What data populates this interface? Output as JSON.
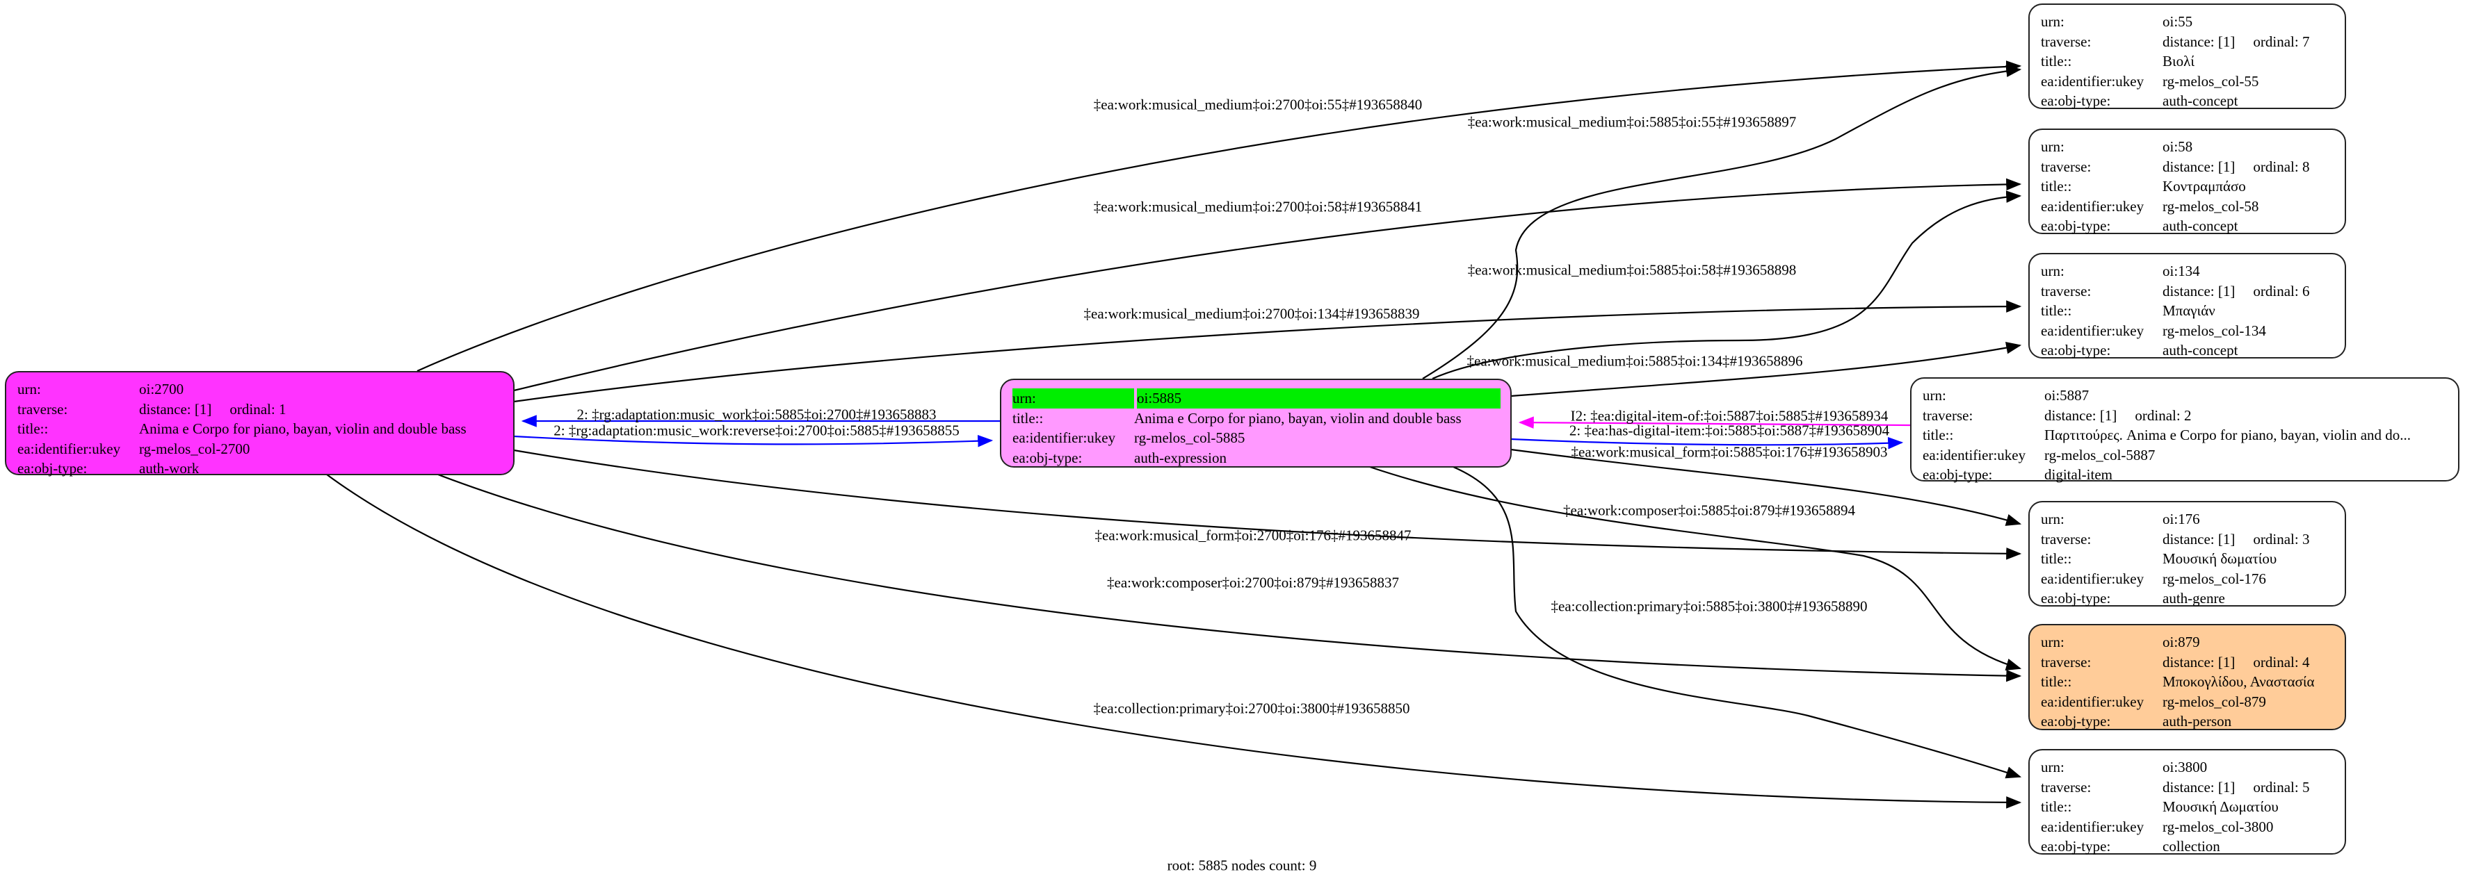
{
  "keys": {
    "urn": "urn:",
    "traverse": "traverse:",
    "title": "title::",
    "ukey": "ea:identifier:ukey",
    "obj_type": "ea:obj-type:"
  },
  "nodes": [
    {
      "id": "2700",
      "urn": "oi:2700",
      "distance": "distance: [1]",
      "ordinal": "ordinal: 1",
      "title": "Anima e Corpo for piano, bayan, violin and double bass",
      "ukey": "rg-melos_col-2700",
      "obj_type": "auth-work",
      "fill": "#ff33ff"
    },
    {
      "id": "5885",
      "urn": "oi:5885",
      "title": "Anima e Corpo for piano, bayan, violin and double bass",
      "ukey": "rg-melos_col-5885",
      "obj_type": "auth-expression",
      "fill": "#ff99ff",
      "highlight": "#00ee00",
      "root": true
    },
    {
      "id": "55",
      "urn": "oi:55",
      "distance": "distance: [1]",
      "ordinal": "ordinal: 7",
      "title": "Βιολί",
      "ukey": "rg-melos_col-55",
      "obj_type": "auth-concept",
      "fill": "#ffffff"
    },
    {
      "id": "58",
      "urn": "oi:58",
      "distance": "distance: [1]",
      "ordinal": "ordinal: 8",
      "title": "Κοντραμπάσο",
      "ukey": "rg-melos_col-58",
      "obj_type": "auth-concept",
      "fill": "#ffffff"
    },
    {
      "id": "134",
      "urn": "oi:134",
      "distance": "distance: [1]",
      "ordinal": "ordinal: 6",
      "title": "Μπαγιάν",
      "ukey": "rg-melos_col-134",
      "obj_type": "auth-concept",
      "fill": "#ffffff"
    },
    {
      "id": "5887",
      "urn": "oi:5887",
      "distance": "distance: [1]",
      "ordinal": "ordinal: 2",
      "title": "Παρτιτούρες. Anima e Corpo for piano, bayan, violin and do...",
      "ukey": "rg-melos_col-5887",
      "obj_type": "digital-item",
      "fill": "#ffffff"
    },
    {
      "id": "176",
      "urn": "oi:176",
      "distance": "distance: [1]",
      "ordinal": "ordinal: 3",
      "title": "Μουσική δωματίου",
      "ukey": "rg-melos_col-176",
      "obj_type": "auth-genre",
      "fill": "#ffffff"
    },
    {
      "id": "879",
      "urn": "oi:879",
      "distance": "distance: [1]",
      "ordinal": "ordinal: 4",
      "title": "Μποκογλίδου, Αναστασία",
      "ukey": "rg-melos_col-879",
      "obj_type": "auth-person",
      "fill": "#ffcc99"
    },
    {
      "id": "3800",
      "urn": "oi:3800",
      "distance": "distance: [1]",
      "ordinal": "ordinal: 5",
      "title": "Μουσική Δωματίου",
      "ukey": "rg-melos_col-3800",
      "obj_type": "collection",
      "fill": "#ffffff"
    }
  ],
  "edges": [
    {
      "label": "‡ea:work:musical_medium‡oi:2700‡oi:55‡#193658840",
      "from": "2700",
      "to": "55",
      "color": "#000000"
    },
    {
      "label": "‡ea:work:musical_medium‡oi:2700‡oi:58‡#193658841",
      "from": "2700",
      "to": "58",
      "color": "#000000"
    },
    {
      "label": "‡ea:work:musical_medium‡oi:2700‡oi:134‡#193658839",
      "from": "2700",
      "to": "134",
      "color": "#000000"
    },
    {
      "label": "2: ‡rg:adaptation:music_work‡oi:5885‡oi:2700‡#193658883",
      "from": "5885",
      "to": "2700",
      "color": "#0000ff"
    },
    {
      "label": "2: ‡rg:adaptation:music_work:reverse‡oi:2700‡oi:5885‡#193658855",
      "from": "2700",
      "to": "5885",
      "color": "#0000ff"
    },
    {
      "label": "‡ea:work:musical_form‡oi:2700‡oi:176‡#193658847",
      "from": "2700",
      "to": "176",
      "color": "#000000"
    },
    {
      "label": "‡ea:work:composer‡oi:2700‡oi:879‡#193658837",
      "from": "2700",
      "to": "879",
      "color": "#000000"
    },
    {
      "label": "‡ea:collection:primary‡oi:2700‡oi:3800‡#193658850",
      "from": "2700",
      "to": "3800",
      "color": "#000000"
    },
    {
      "label": "‡ea:work:musical_medium‡oi:5885‡oi:55‡#193658897",
      "from": "5885",
      "to": "55",
      "color": "#000000"
    },
    {
      "label": "‡ea:work:musical_medium‡oi:5885‡oi:58‡#193658898",
      "from": "5885",
      "to": "58",
      "color": "#000000"
    },
    {
      "label": "‡ea:work:musical_medium‡oi:5885‡oi:134‡#193658896",
      "from": "5885",
      "to": "134",
      "color": "#000000"
    },
    {
      "label": "I2: ‡ea:digital-item-of:‡oi:5887‡oi:5885‡#193658934",
      "from": "5887",
      "to": "5885",
      "color": "#ff00ff"
    },
    {
      "label": "2: ‡ea:has-digital-item:‡oi:5885‡oi:5887‡#193658904",
      "from": "5885",
      "to": "5887",
      "color": "#0000ff"
    },
    {
      "label": "‡ea:work:musical_form‡oi:5885‡oi:176‡#193658903",
      "from": "5885",
      "to": "176",
      "color": "#000000"
    },
    {
      "label": "‡ea:work:composer‡oi:5885‡oi:879‡#193658894",
      "from": "5885",
      "to": "879",
      "color": "#000000"
    },
    {
      "label": "‡ea:collection:primary‡oi:5885‡oi:3800‡#193658890",
      "from": "5885",
      "to": "3800",
      "color": "#000000"
    }
  ],
  "footer": "root: 5885 nodes count: 9"
}
